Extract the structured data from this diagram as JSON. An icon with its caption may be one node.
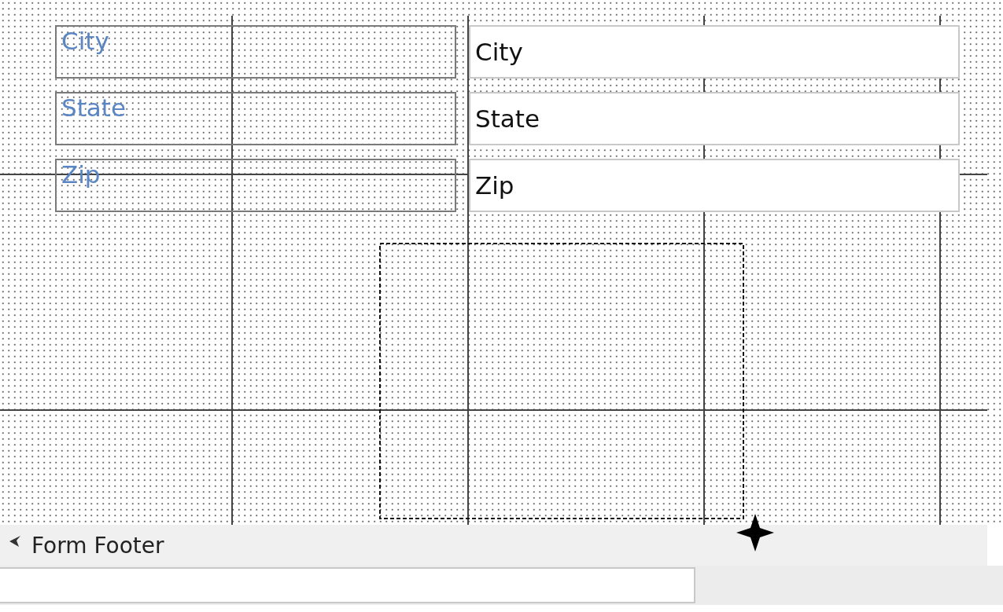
{
  "diagram": {
    "nodes": [
      {
        "text": [
          "City"
        ]
      },
      {
        "text": [
          "City"
        ]
      },
      {
        "text": [
          "State"
        ]
      },
      {
        "text": [
          "State"
        ]
      },
      {
        "text": [
          "Zip"
        ]
      },
      {
        "text": [
          "Zip"
        ]
      },
      {
        "text": [
          "Form Footer"
        ]
      },
      {
        "text": [],
        "shape": "box"
      }
    ]
  }
}
